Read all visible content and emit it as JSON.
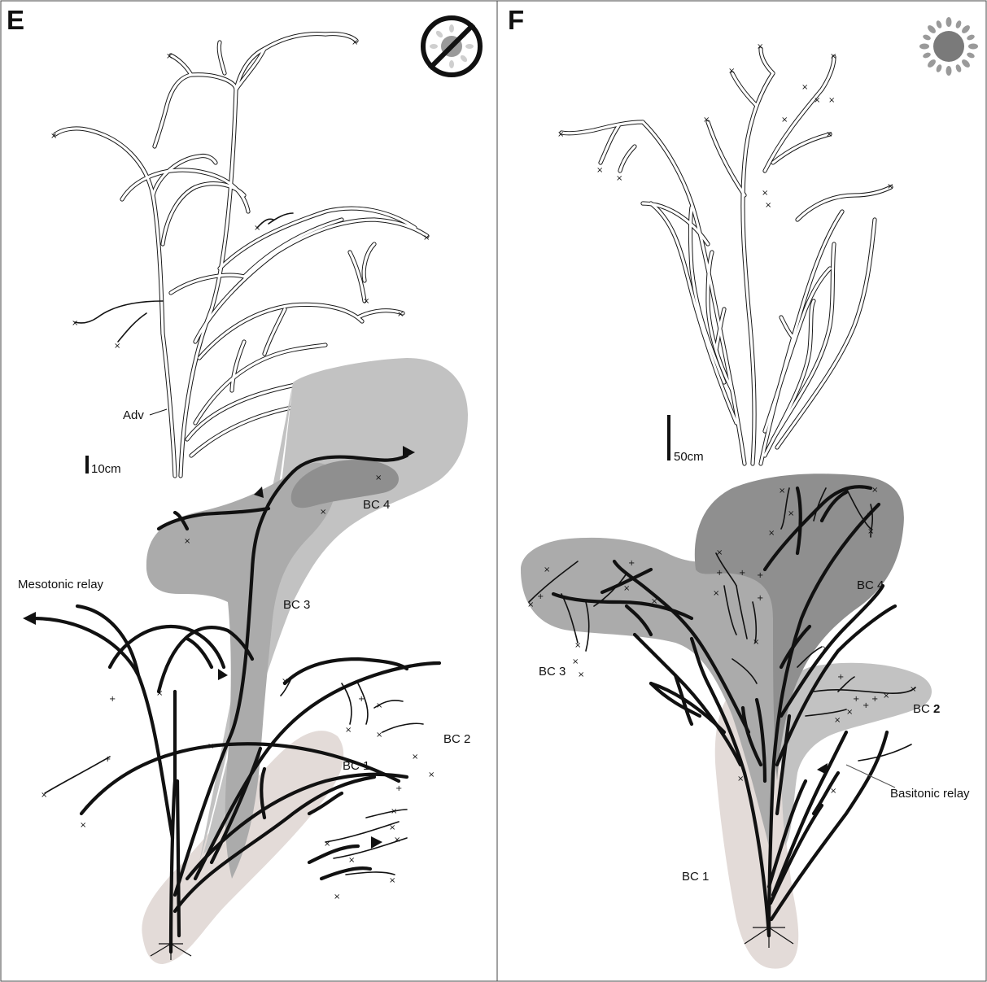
{
  "panels": [
    {
      "letter": "E",
      "light_icon": "no-sun-icon",
      "scale_bar": "10cm",
      "labels": {
        "adv": "Adv",
        "mesotonic": "Mesotonic relay",
        "bc1": "BC 1",
        "bc2": "BC 2",
        "bc3": "BC 3",
        "bc4": "BC 4"
      }
    },
    {
      "letter": "F",
      "light_icon": "sun-icon",
      "scale_bar": "50cm",
      "labels": {
        "basitonic": "Basitonic relay",
        "bc1": "BC 1",
        "bc2_prefix": "BC ",
        "bc2_num": "2",
        "bc3": "BC 3",
        "bc4": "BC 4"
      }
    }
  ],
  "colors": {
    "bc1": "#e3dbd8",
    "bc2": "#c2c2c2",
    "bc3": "#ababab",
    "bc4": "#8f8f8f",
    "sun": "#7a7a7a"
  }
}
